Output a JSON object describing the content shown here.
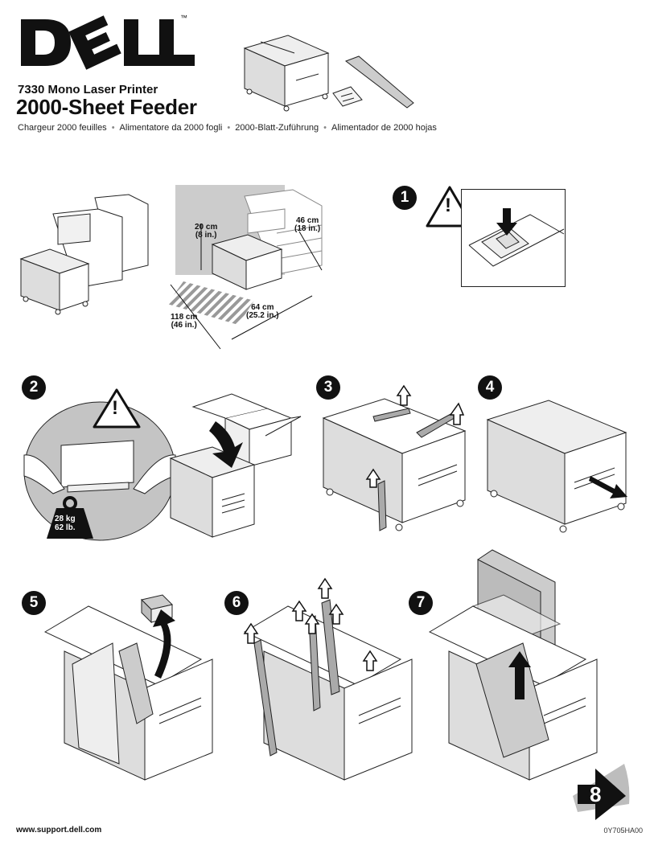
{
  "header": {
    "brand": "DELL",
    "trademark": "™",
    "model": "7330 Mono Laser Printer",
    "product": "2000-Sheet Feeder",
    "subtitles": [
      "Chargeur 2000 feuilles",
      "Alimentatore da 2000 fogli",
      "2000-Blatt-Zuführung",
      "Alimentador de 2000 hojas"
    ],
    "separator": "•"
  },
  "clearances": {
    "top": [
      "20 cm",
      "(8 in.)"
    ],
    "back": [
      "46 cm",
      "(18 in.)"
    ],
    "front": [
      "64 cm",
      "(25.2 in.)"
    ],
    "side": [
      "118 cm",
      "(46 in.)"
    ]
  },
  "steps": {
    "s1": "1",
    "s2": "2",
    "s3": "3",
    "s4": "4",
    "s5": "5",
    "s6": "6",
    "s7": "7",
    "next": "8"
  },
  "warning_mark": "!",
  "weight": [
    "28 kg",
    "62 lb."
  ],
  "footer": {
    "url": "www.support.dell.com",
    "code": "0Y705HA00"
  }
}
